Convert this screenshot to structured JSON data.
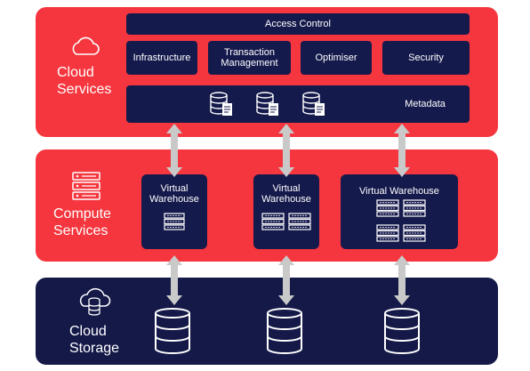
{
  "cloud_services": {
    "label_line1": "Cloud",
    "label_line2": "Services",
    "access_control": "Access Control",
    "services": [
      "Infrastructure",
      "Transaction\nManagement",
      "Optimiser",
      "Security"
    ],
    "metadata": "Metadata"
  },
  "compute_services": {
    "label_line1": "Compute",
    "label_line2": "Services",
    "warehouses": [
      {
        "label_line1": "Virtual",
        "label_line2": "Warehouse"
      },
      {
        "label_line1": "Virtual",
        "label_line2": "Warehouse"
      },
      {
        "label": "Virtual Warehouse"
      }
    ]
  },
  "cloud_storage": {
    "label_line1": "Cloud",
    "label_line2": "Storage"
  },
  "colors": {
    "red": "#f5363e",
    "navy": "#151a4c",
    "arrow": "#c9c9c9"
  }
}
